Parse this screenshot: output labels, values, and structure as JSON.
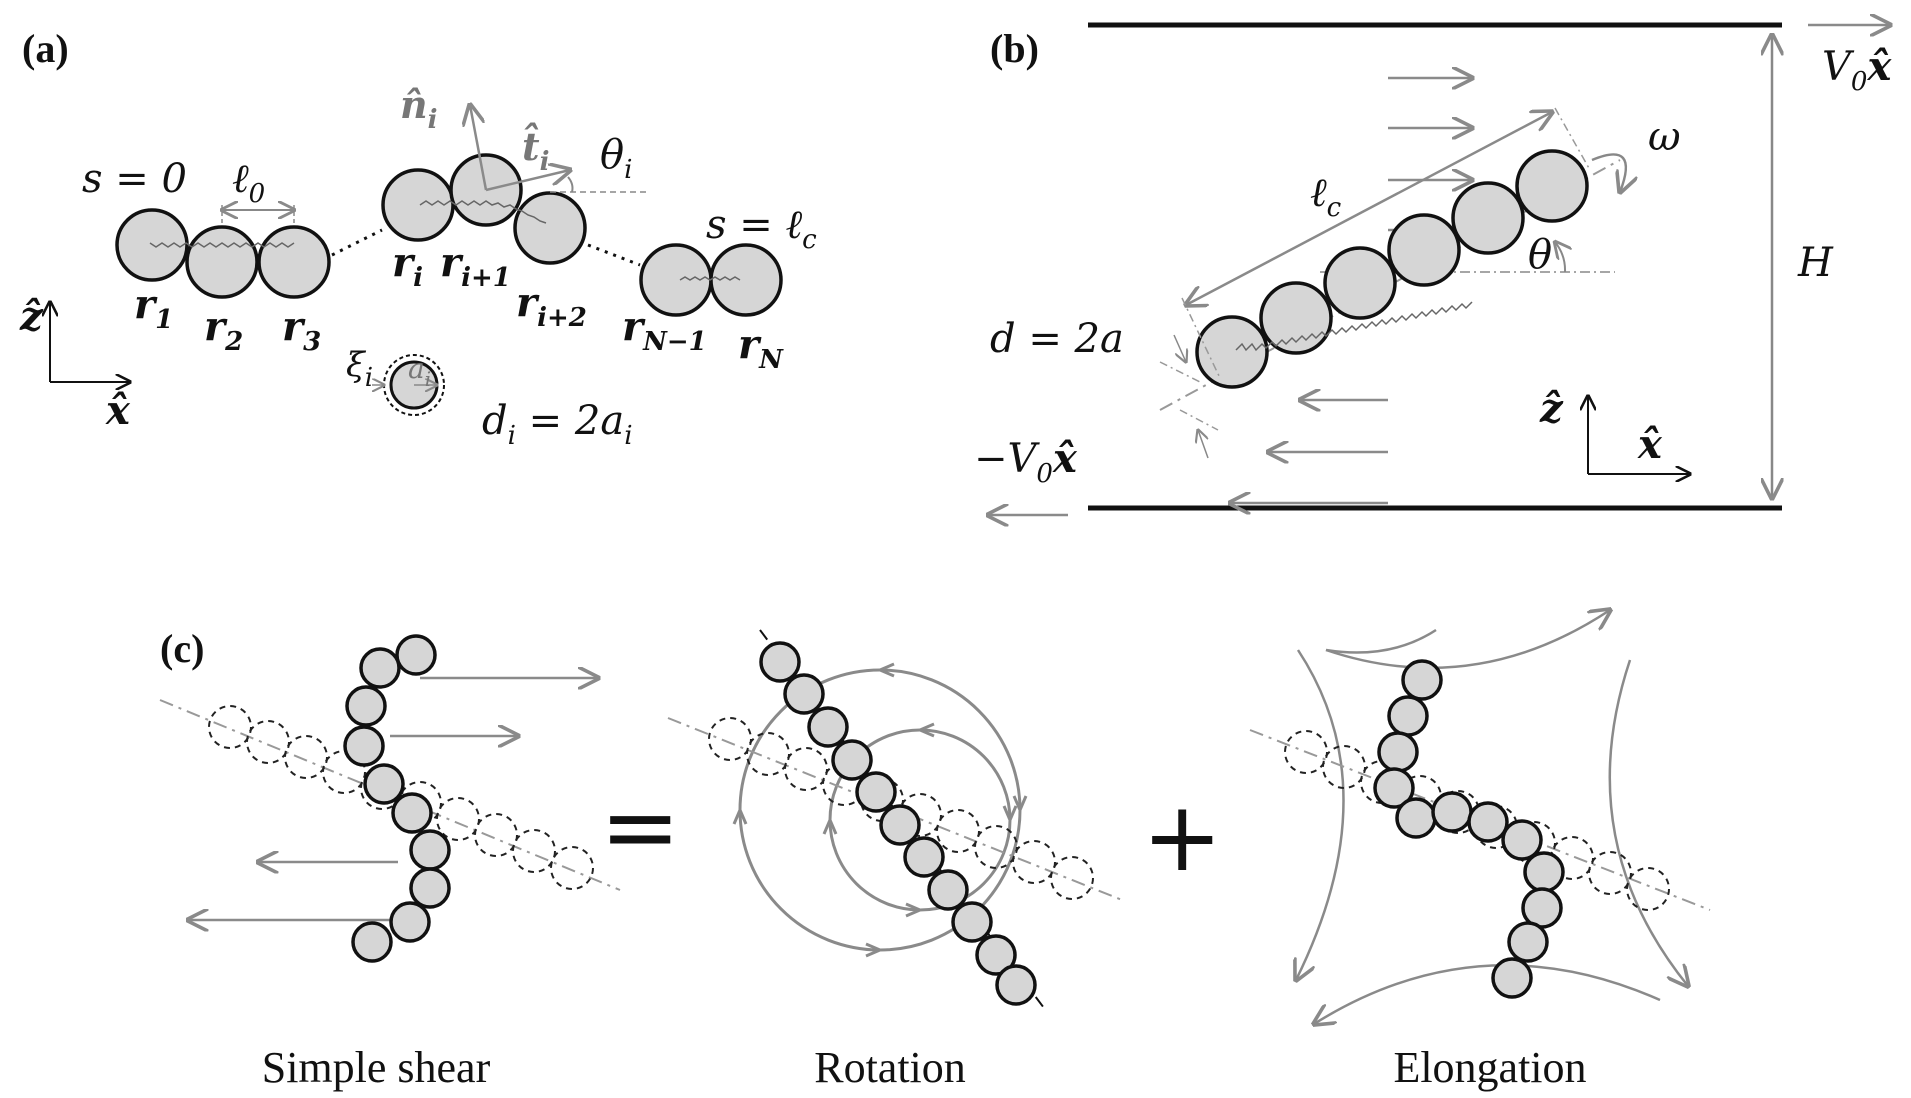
{
  "panel_a": {
    "label": "(a)",
    "s_zero": "s = 0",
    "s_end": "s = ℓ",
    "s_end_sub": "c",
    "ell0": "ℓ",
    "ell0_sub": "0",
    "r1": "r",
    "r1_sub": "1",
    "r2": "r",
    "r2_sub": "2",
    "r3": "r",
    "r3_sub": "3",
    "ri": "r",
    "ri_sub": "i",
    "ri1": "r",
    "ri1_sub": "i+1",
    "ri2": "r",
    "ri2_sub": "i+2",
    "rN1": "r",
    "rN1_sub": "N−1",
    "rN": "r",
    "rN_sub": "N",
    "n_hat": "n̂",
    "n_hat_sub": "i",
    "t_hat": "t̂",
    "t_hat_sub": "i",
    "theta_i": "θ",
    "theta_i_sub": "i",
    "z_axis": "ẑ",
    "x_axis": "x̂",
    "xi": "ξ",
    "xi_sub": "i",
    "a_i": "a",
    "a_i_sub": "i",
    "d_i": "d",
    "d_i_sub": "i",
    "d_i_eq": " = 2a",
    "d_i_eq_sub": "i"
  },
  "panel_b": {
    "label": "(b)",
    "v_top": "V",
    "v_top_sub": "0",
    "v_top_vec": "x̂",
    "v_bottom": "−V",
    "v_bottom_sub": "0",
    "v_bottom_vec": "x̂",
    "H": "H",
    "omega": "ω",
    "theta": "θ",
    "lc": "ℓ",
    "lc_sub": "c",
    "d_eq": "d = 2a",
    "z_axis": "ẑ",
    "x_axis": "x̂"
  },
  "panel_c": {
    "label": "(c)",
    "equals": "=",
    "plus": "+",
    "caption_shear": "Simple shear",
    "caption_rotation": "Rotation",
    "caption_elongation": "Elongation"
  }
}
